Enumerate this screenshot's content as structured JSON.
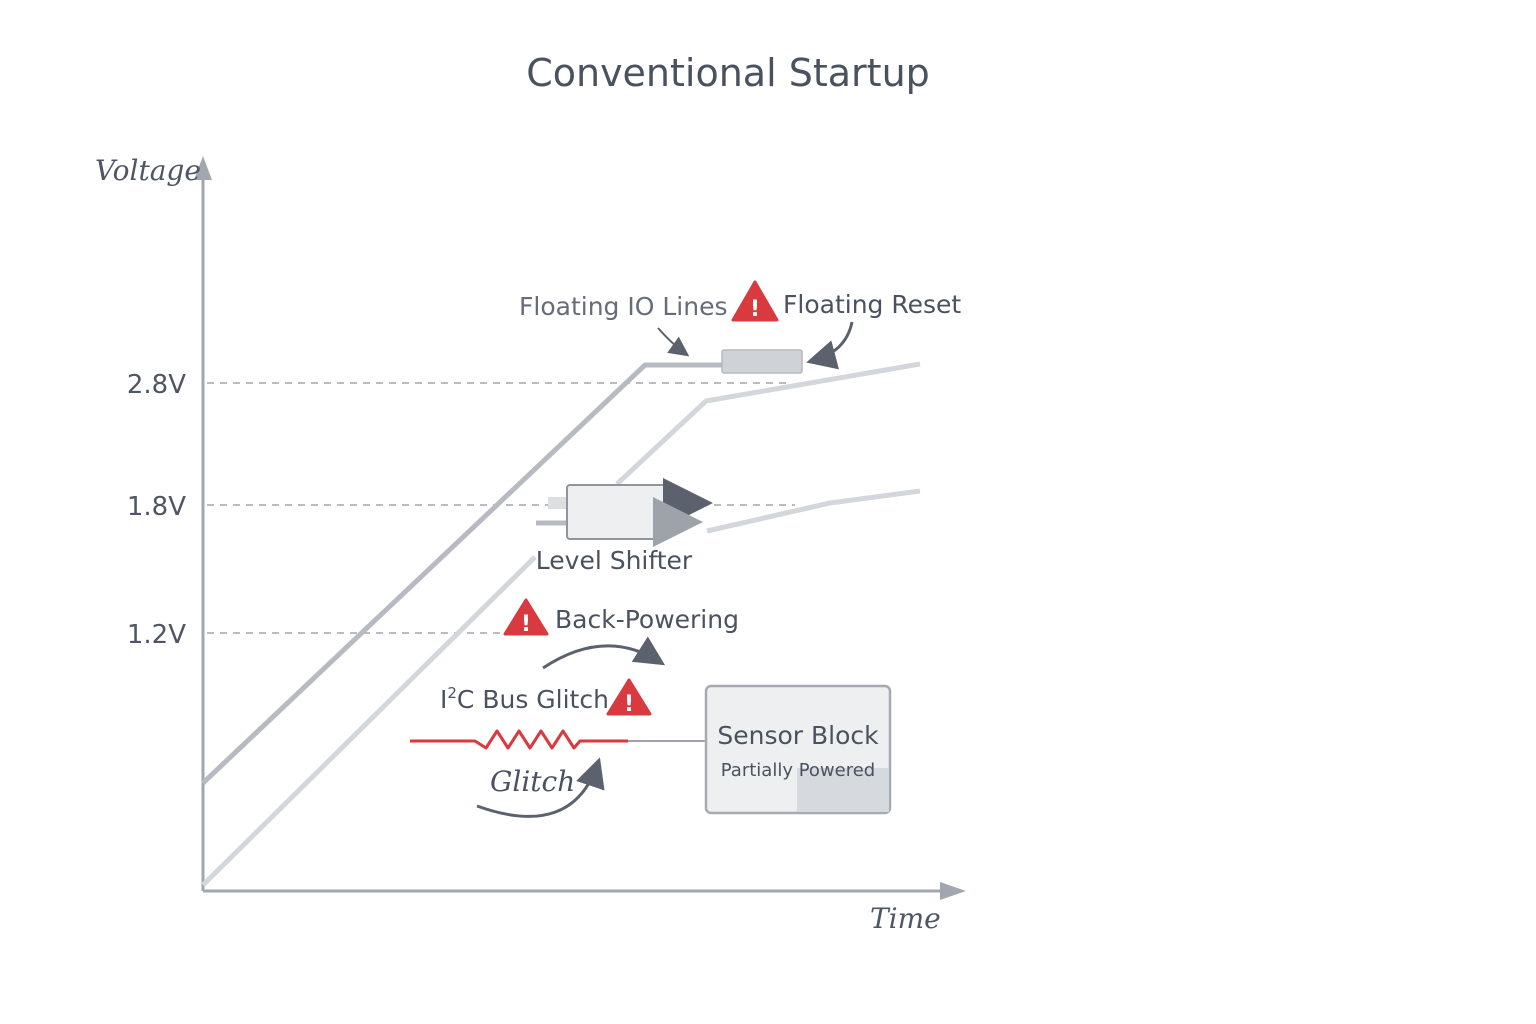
{
  "title": "Conventional Startup",
  "axes": {
    "y_label": "Voltage",
    "x_label": "Time"
  },
  "voltage_levels": [
    {
      "label": "2.8V"
    },
    {
      "label": "1.8V"
    },
    {
      "label": "1.2V"
    }
  ],
  "callouts": {
    "floating_io": "Floating IO Lines",
    "floating_reset": "Floating Reset",
    "level_shifter": "Level Shifter",
    "back_powering": "Back-Powering",
    "i2c_prefix": "I",
    "i2c_superscript": "2",
    "i2c_suffix": "C Bus Glitch",
    "glitch": "Glitch"
  },
  "sensor_block": {
    "title": "Sensor Block",
    "subtitle": "Partially Powered"
  },
  "icons": {
    "warning": "warning-triangle-icon",
    "warning_glyph": "!"
  },
  "colors": {
    "title": "#4a5260",
    "axis": "#a2a7af",
    "rail_primary": "#b7bbc1",
    "rail_secondary": "#d3d6da",
    "warning": "#d83a3f",
    "glitch": "#d83a3f",
    "box_fill": "#eeeff1",
    "box_border": "#a6abb2"
  }
}
